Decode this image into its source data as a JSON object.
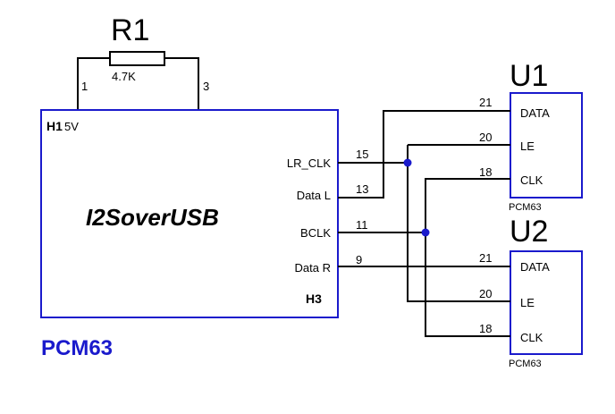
{
  "resistor": {
    "ref": "R1",
    "value": "4.7K",
    "pin_left": "1",
    "pin_right": "3"
  },
  "module": {
    "ref": "H1",
    "supply": "5V",
    "name": "I2SoverUSB",
    "connector": "H3",
    "part_label": "PCM63",
    "pins": [
      {
        "label": "LR_CLK",
        "number": "15"
      },
      {
        "label": "Data L",
        "number": "13"
      },
      {
        "label": "BCLK",
        "number": "11"
      },
      {
        "label": "Data R",
        "number": "9"
      }
    ]
  },
  "chips": [
    {
      "ref": "U1",
      "part": "PCM63",
      "pins": [
        {
          "label": "DATA",
          "number": "21"
        },
        {
          "label": "LE",
          "number": "20"
        },
        {
          "label": "CLK",
          "number": "18"
        }
      ]
    },
    {
      "ref": "U2",
      "part": "PCM63",
      "pins": [
        {
          "label": "DATA",
          "number": "21"
        },
        {
          "label": "LE",
          "number": "20"
        },
        {
          "label": "CLK",
          "number": "18"
        }
      ]
    }
  ],
  "colors": {
    "component_outline": "#1a1acc",
    "wire": "#000000",
    "junction": "#1a1acc",
    "part_label": "#1a1acc"
  }
}
